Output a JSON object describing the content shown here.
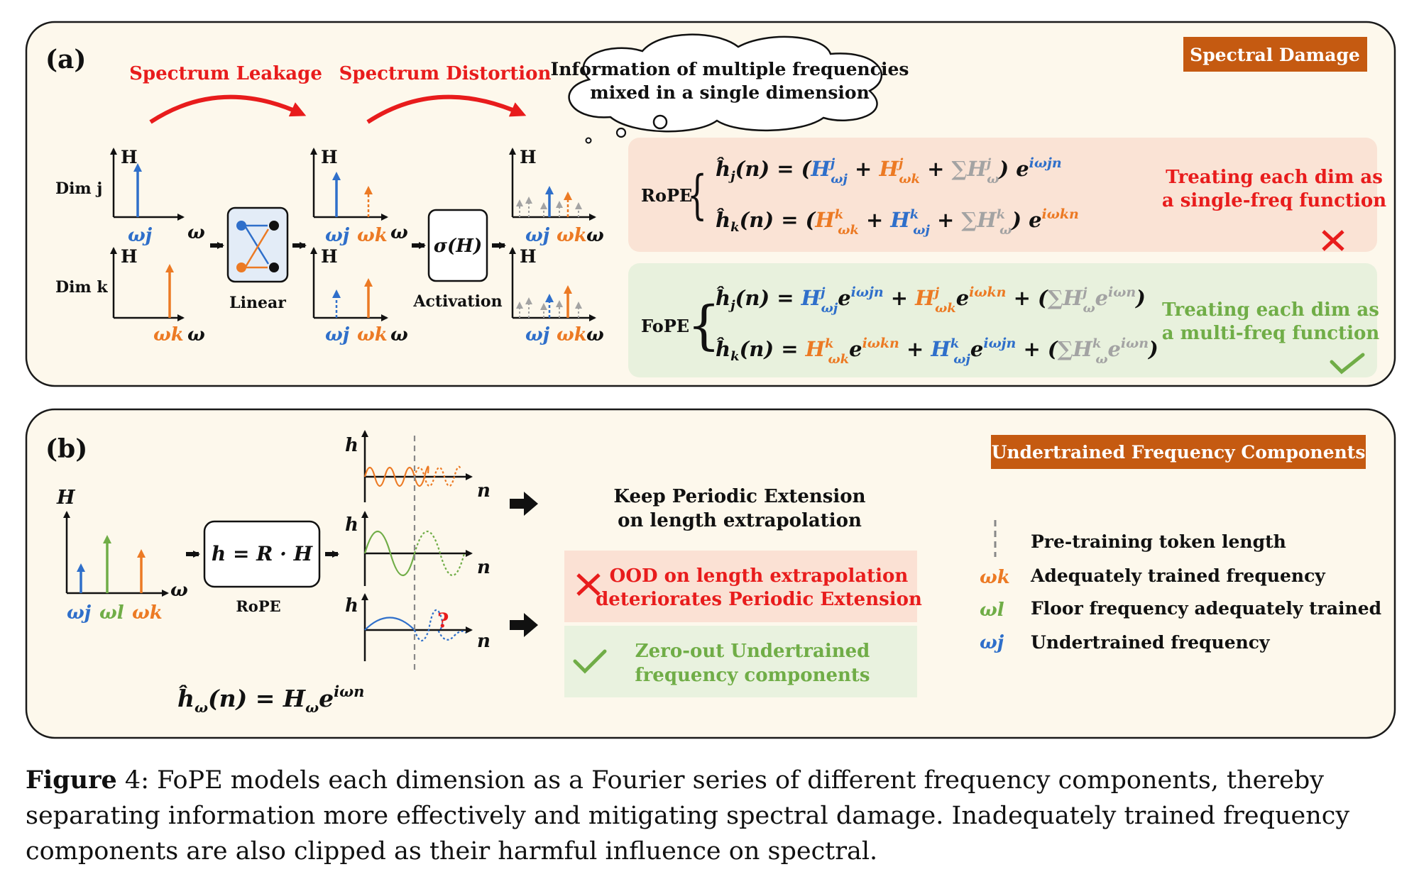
{
  "colors": {
    "panel_bg": "#fdf8ec",
    "panel_border": "#1a1a1a",
    "red": "#e81c1c",
    "blue": "#2f6fca",
    "orange": "#ec7a24",
    "green_text": "#70ad47",
    "gray": "#a3a3a3",
    "badge_bg": "#c55a11",
    "rope_box": "#fae3d5",
    "fope_box": "#e8f1dd",
    "ood_box": "#fbe1d4",
    "zero_box": "#e9f2df"
  },
  "panel_a": {
    "label": "(a)",
    "badge": "Spectral Damage",
    "arrow_leakage": "Spectrum Leakage",
    "arrow_distortion": "Spectrum Distortion",
    "cloud_line1": "Information  of multiple  frequencies",
    "cloud_line2": "mixed  in  a  single  dimension",
    "dim_j": "Dim j",
    "dim_k": "Dim k",
    "axis_H": "H",
    "axis_omega": "ω",
    "omega_j": "ωj",
    "omega_k": "ωk",
    "linear_label": "Linear",
    "activation_label": "Activation",
    "activation_symbol": "σ(H)",
    "rope_label": "RoPE",
    "fope_label": "FoPE",
    "rope_note_line1": "Treating  each dim as",
    "rope_note_line2": "a single-freq  function",
    "fope_note_line1": "Treating  each dim as",
    "fope_note_line2": "a multi-freq  function",
    "rope_eq_j": "ĥj(n) = (H^j_ωj + H^j_ωk + ∑H^j_ω) e^{iωj n}",
    "rope_eq_k": "ĥk(n) = (H^k_ωk + H^k_ωj + ∑H^k_ω) e^{iωk n}",
    "fope_eq_j": "ĥj(n) = H^j_ωj e^{iωj n} + H^j_ωk e^{iωk n} + (∑H^j_ω e^{iωn})",
    "fope_eq_k": "ĥk(n) = H^k_ωk e^{iωk n} + H^k_ωj e^{iωj n} + (∑H^k_ω e^{iωn})"
  },
  "panel_b": {
    "label": "(b)",
    "badge": "Undertrained  Frequency Components",
    "axis_H": "H",
    "axis_h": "h",
    "axis_n": "n",
    "axis_omega": "ω",
    "omega_j": "ωj",
    "omega_l": "ωl",
    "omega_k": "ωk",
    "rope_box": "h = R · H",
    "rope_label": "RoPE",
    "formula": "ĥω(n) = Hω e^{iωn}",
    "keep_line1": "Keep  Periodic  Extension",
    "keep_line2": "on  length  extrapolation",
    "ood_line1": "OOD on length  extrapolation",
    "ood_line2": "deteriorates  Periodic  Extension",
    "zero_line1": "Zero-out  Undertrained",
    "zero_line2": "frequency  components",
    "question_mark": "?",
    "legend": [
      {
        "symbol": "¦",
        "text": "Pre-training  token  length"
      },
      {
        "symbol": "ωk",
        "text": "Adequately  trained  frequency"
      },
      {
        "symbol": "ωl",
        "text": "Floor  frequency  adequately  trained"
      },
      {
        "symbol": "ωj",
        "text": "Undertrained   frequency"
      }
    ]
  },
  "caption": {
    "figure_label": "Figure",
    "figure_number": " 4",
    "text": ": FoPE models each dimension as a Fourier series of different frequency components, thereby separating information more effectively and mitigating spectral damage. Inadequately trained frequency components are also clipped as their harmful influence on spectral."
  }
}
